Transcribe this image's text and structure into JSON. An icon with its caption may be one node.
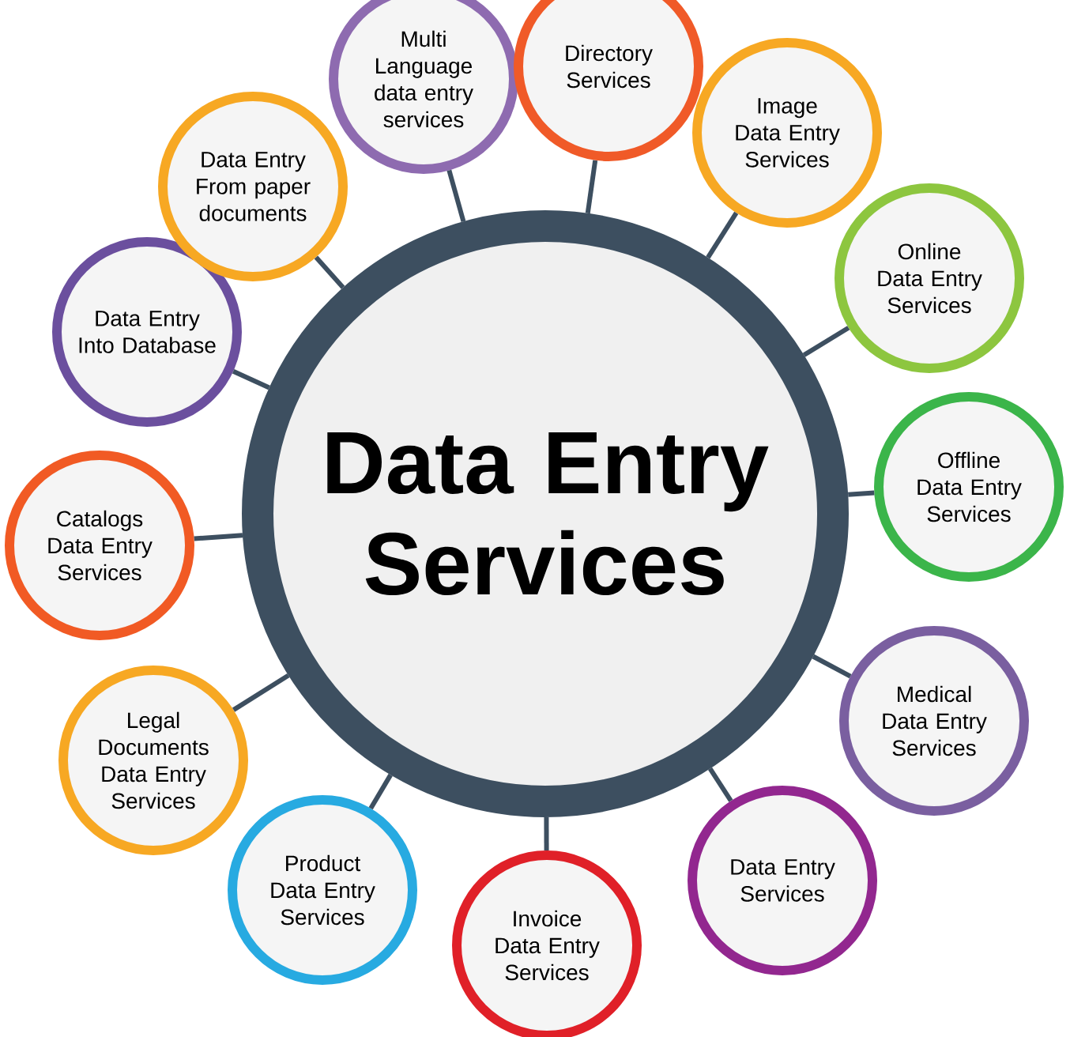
{
  "diagram": {
    "nodes": [
      {
        "text": [
          "Data Entry Services"
        ]
      },
      {
        "text": [
          "Multi Language data entry services"
        ]
      },
      {
        "text": [
          "Directory Services"
        ]
      },
      {
        "text": [
          "Image Data Entry Services"
        ]
      },
      {
        "text": [
          "Online Data Entry Services"
        ]
      },
      {
        "text": [
          "Offline Data Entry Services"
        ]
      },
      {
        "text": [
          "Medical Data Entry Services"
        ]
      },
      {
        "text": [
          "Data Entry Services"
        ]
      },
      {
        "text": [
          "Invoice Data Entry Services"
        ]
      },
      {
        "text": [
          "Product Data Entry Services"
        ]
      },
      {
        "text": [
          "Legal Documents Data Entry Services"
        ]
      },
      {
        "text": [
          "Catalogs Data Entry Services"
        ]
      },
      {
        "text": [
          "Data Entry Into Database"
        ]
      },
      {
        "text": [
          "Data Entry From paper documents"
        ]
      }
    ],
    "edges": [
      {
        "from": 0,
        "to": 1,
        "arrow": "none"
      },
      {
        "from": 0,
        "to": 2,
        "arrow": "none"
      },
      {
        "from": 0,
        "to": 3,
        "arrow": "none"
      },
      {
        "from": 0,
        "to": 4,
        "arrow": "none"
      },
      {
        "from": 0,
        "to": 5,
        "arrow": "none"
      },
      {
        "from": 0,
        "to": 6,
        "arrow": "none"
      },
      {
        "from": 0,
        "to": 7,
        "arrow": "none"
      },
      {
        "from": 0,
        "to": 8,
        "arrow": "none"
      },
      {
        "from": 0,
        "to": 9,
        "arrow": "none"
      },
      {
        "from": 0,
        "to": 10,
        "arrow": "none"
      },
      {
        "from": 0,
        "to": 11,
        "arrow": "none"
      },
      {
        "from": 0,
        "to": 12,
        "arrow": "none"
      },
      {
        "from": 0,
        "to": 13,
        "arrow": "none"
      }
    ]
  }
}
